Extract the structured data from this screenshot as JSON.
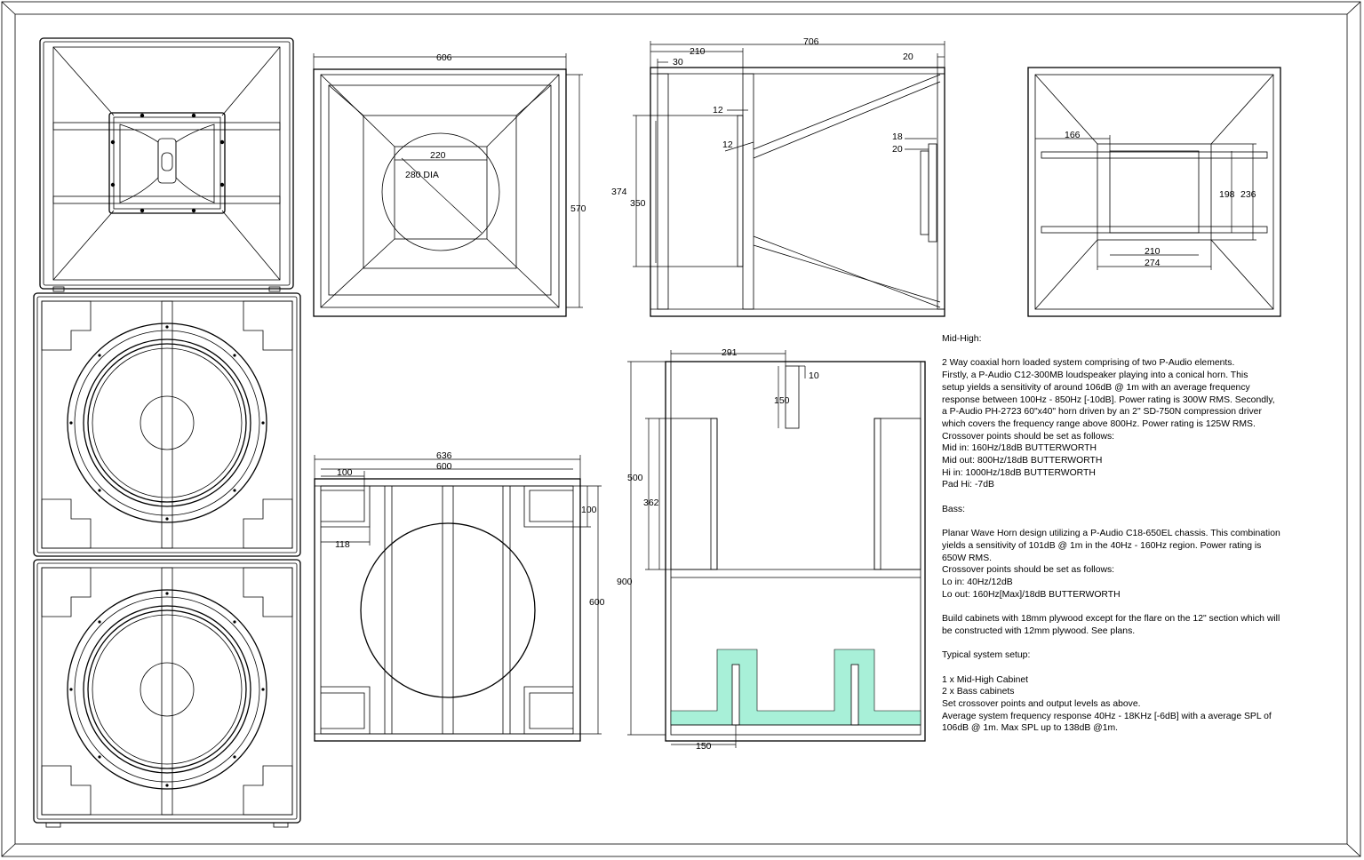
{
  "dimensions": {
    "top_width": "606",
    "top_height": "570",
    "throat": "220",
    "circle": "280 DIA",
    "side_total": "706",
    "side_210": "210",
    "side_30": "30",
    "side_20a": "20",
    "side_12a": "12",
    "side_12b": "12",
    "side_18": "18",
    "side_20b": "20",
    "side_374": "374",
    "side_350": "350",
    "rear_166": "166",
    "rear_198": "198",
    "rear_236": "236",
    "rear_210": "210",
    "rear_274": "274",
    "bass_636": "636",
    "bass_600w": "600",
    "bass_100a": "100",
    "bass_118": "118",
    "bass_100b": "100",
    "bass_600h": "600",
    "sec_291": "291",
    "sec_10": "10",
    "sec_150a": "150",
    "sec_500": "500",
    "sec_362": "362",
    "sec_900": "900",
    "sec_150b": "150"
  },
  "notes": [
    "Mid-High:",
    "",
    "2 Way coaxial horn loaded system comprising of two P-Audio elements.",
    "Firstly, a P-Audio C12-300MB loudspeaker playing into a conical horn. This",
    "setup yields a sensitivity of around 106dB @ 1m with an average frequency",
    "response between 100Hz - 850Hz [-10dB]. Power rating is 300W RMS. Secondly,",
    "a P-Audio PH-2723 60\"x40\" horn driven by an 2\" SD-750N compression driver",
    "which covers the frequency range above 800Hz. Power rating is 125W RMS.",
    "Crossover points should be set as follows:",
    "Mid in: 160Hz/18dB BUTTERWORTH",
    "Mid out: 800Hz/18dB BUTTERWORTH",
    "Hi in: 1000Hz/18dB BUTTERWORTH",
    "Pad Hi: -7dB",
    "",
    "Bass:",
    "",
    "Planar Wave Horn design utilizing a P-Audio C18-650EL chassis. This combination",
    "yields a sensitivity of 101dB @ 1m in the 40Hz - 160Hz region. Power rating is",
    "650W RMS.",
    "Crossover points should be set as follows:",
    "Lo in: 40Hz/12dB",
    "Lo out: 160Hz[Max]/18dB BUTTERWORTH",
    "",
    "Build cabinets with 18mm plywood except for the flare on the 12\" section which will",
    "be constructed with 12mm plywood. See plans.",
    "",
    "Typical system setup:",
    "",
    "1 x Mid-High Cabinet",
    "2 x Bass cabinets",
    "Set crossover points and output levels as above.",
    "Average system frequency response 40Hz - 18KHz [-6dB] with a average SPL of",
    "106dB @ 1m. Max SPL up to 138dB @1m."
  ],
  "colors": {
    "fill_highlight": "#a8f0d8",
    "line": "#000000",
    "background": "#ffffff"
  }
}
